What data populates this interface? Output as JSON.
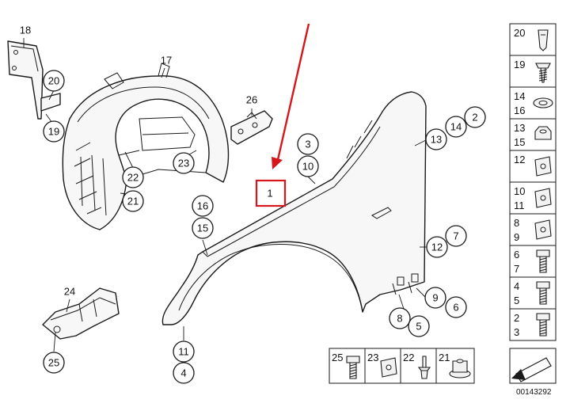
{
  "diagram": {
    "highlight_color": "#d6161b",
    "highlighted_part": "1",
    "document_number": "00143292",
    "callouts": {
      "c18": "18",
      "c20": "20",
      "c19": "19",
      "c17": "17",
      "c22": "22",
      "c21": "21",
      "c23": "23",
      "c26": "26",
      "c3": "3",
      "c10": "10",
      "c1": "1",
      "c16": "16",
      "c15": "15",
      "c14": "14",
      "c2": "2",
      "c13": "13",
      "c12": "12",
      "c7": "7",
      "c9": "9",
      "c6": "6",
      "c8": "8",
      "c5": "5",
      "c11": "11",
      "c4": "4",
      "c24": "24",
      "c25": "25"
    },
    "legend": {
      "right_column": [
        {
          "top": "20",
          "bottom": "",
          "icon": "clip-icon"
        },
        {
          "top": "19",
          "bottom": "",
          "icon": "screw-icon"
        },
        {
          "top": "14",
          "bottom": "16",
          "icon": "washer-icon"
        },
        {
          "top": "13",
          "bottom": "15",
          "icon": "hex-nut-icon"
        },
        {
          "top": "12",
          "bottom": "",
          "icon": "clip-nut-icon"
        },
        {
          "top": "10",
          "bottom": "11",
          "icon": "clip-nut-icon"
        },
        {
          "top": "8",
          "bottom": "9",
          "icon": "clip-nut-icon"
        },
        {
          "top": "6",
          "bottom": "7",
          "icon": "bolt-icon"
        },
        {
          "top": "4",
          "bottom": "5",
          "icon": "bolt-icon"
        },
        {
          "top": "2",
          "bottom": "3",
          "icon": "bolt-icon"
        }
      ],
      "bottom_row": [
        {
          "label": "25",
          "icon": "bolt-icon"
        },
        {
          "label": "23",
          "icon": "clip-nut-icon"
        },
        {
          "label": "22",
          "icon": "rivet-icon"
        },
        {
          "label": "21",
          "icon": "flange-nut-icon"
        }
      ]
    }
  }
}
